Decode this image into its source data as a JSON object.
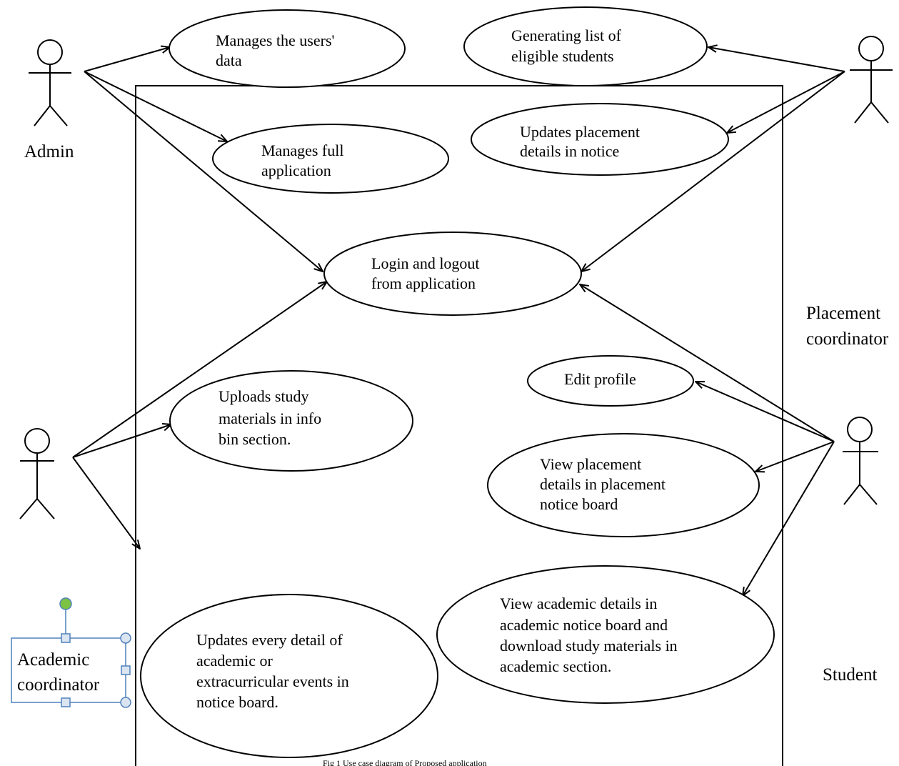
{
  "actors": {
    "admin": "Admin",
    "placement_line1": "Placement",
    "placement_line2": "coordinator",
    "academic_line1": "Academic",
    "academic_line2": "coordinator",
    "student": "Student"
  },
  "use_cases": {
    "manage_users": [
      "Manages the users'",
      "data"
    ],
    "generate_list": [
      "Generating list of",
      "eligible  students"
    ],
    "manage_app": [
      "Manages full",
      "application"
    ],
    "update_placement": [
      "Updates placement",
      "details in notice"
    ],
    "login": [
      "Login and logout",
      "from application"
    ],
    "edit_profile": [
      "Edit profile"
    ],
    "upload_materials": [
      "Uploads study",
      "materials in info",
      "bin section."
    ],
    "view_placement": [
      "View placement",
      "details in placement",
      "notice board"
    ],
    "update_events": [
      "Updates every detail of",
      "academic  or",
      "extracurricular events in",
      "notice board."
    ],
    "view_academic": [
      "View academic details in",
      "academic notice board and",
      "download study materials in",
      "academic section."
    ]
  },
  "caption": "Fig 1 Use case diagram of Proposed application",
  "colors": {
    "selection_handle": "#4f81bd",
    "rotate_handle": "#7cc243",
    "handle_fill": "#dbe5f1"
  }
}
